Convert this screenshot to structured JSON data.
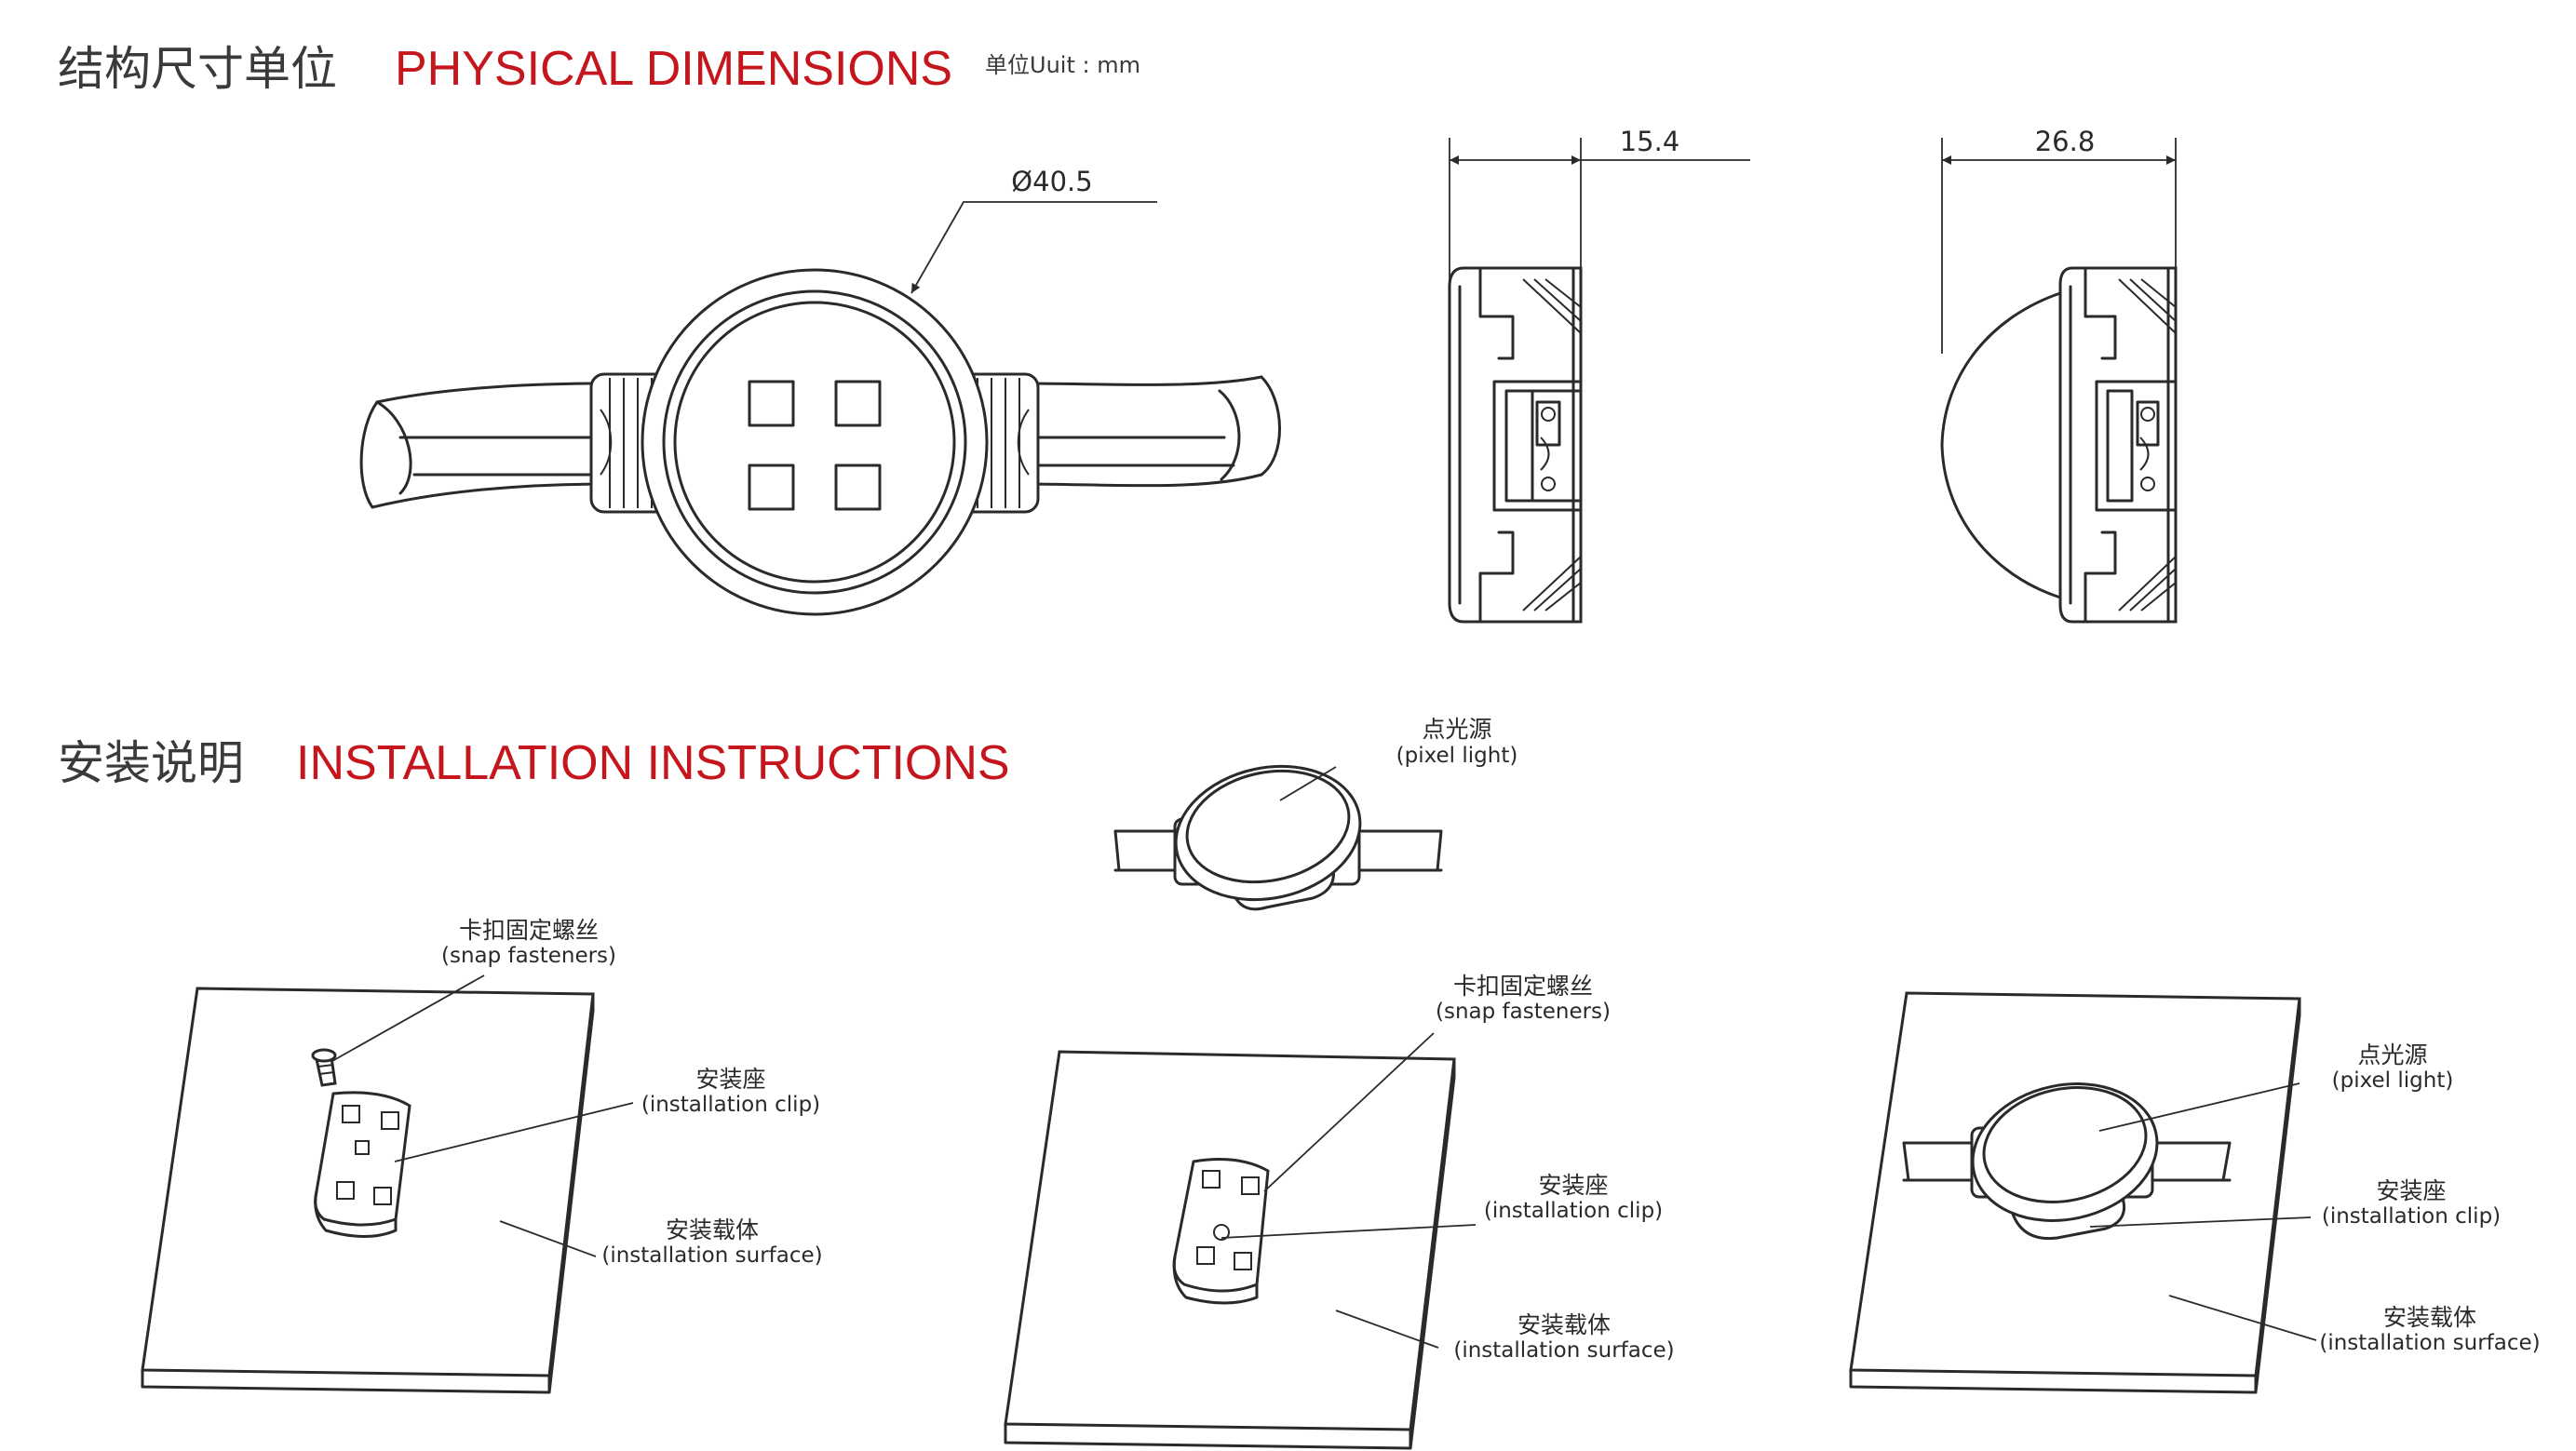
{
  "sections": {
    "physical": {
      "cn": "结构尺寸单位",
      "en": "PHYSICAL DIMENSIONS",
      "unit": "单位Uuit : mm"
    },
    "install": {
      "cn": "安装说明",
      "en": "INSTALLATION INSTRUCTIONS"
    }
  },
  "dimensions": {
    "diameter": "Ø40.5",
    "depth_body": "15.4",
    "depth_total": "26.8"
  },
  "labels": {
    "pixel_light_cn": "点光源",
    "pixel_light_en": "(pixel light)",
    "snap_cn": "卡扣固定螺丝",
    "snap_en": "(snap fasteners)",
    "clip_cn": "安装座",
    "clip_en": "(installation clip)",
    "surface_cn": "安装载体",
    "surface_en": "(installation surface)"
  },
  "colors": {
    "accent": "#c4161c",
    "line": "#2a2a2a"
  }
}
